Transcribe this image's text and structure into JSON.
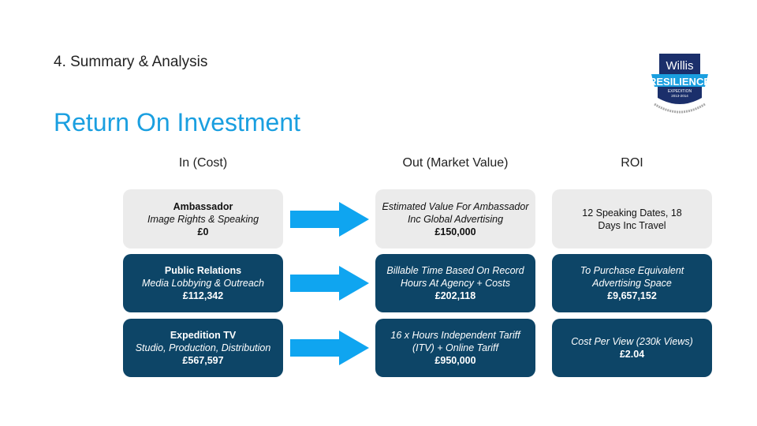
{
  "section": "4. Summary & Analysis",
  "title": "Return On Investment",
  "logo": {
    "line1": "Willis",
    "line2": "RESILIENCE",
    "line3": "EXPEDITION",
    "years": "2013-2014"
  },
  "columns": [
    "In (Cost)",
    "Out (Market Value)",
    "ROI"
  ],
  "colors": {
    "accent": "#1a9fe0",
    "dark_box": "#0d4567",
    "light_box": "#ebebeb"
  },
  "rows": [
    {
      "in": {
        "title": "Ambassador",
        "sub": "Image Rights & Speaking",
        "value": "£0"
      },
      "out": {
        "desc": "Estimated Value For Ambassador Inc Global Advertising",
        "value": "£150,000"
      },
      "roi": {
        "desc": "12 Speaking Dates, 18 Days Inc Travel",
        "value": ""
      }
    },
    {
      "in": {
        "title": "Public Relations",
        "sub": "Media Lobbying & Outreach",
        "value": "£112,342"
      },
      "out": {
        "desc": "Billable Time Based On Record Hours At Agency + Costs",
        "value": "£202,118"
      },
      "roi": {
        "desc": "To Purchase Equivalent Advertising Space",
        "value": "£9,657,152"
      }
    },
    {
      "in": {
        "title": "Expedition TV",
        "sub": "Studio, Production, Distribution",
        "value": "£567,597"
      },
      "out": {
        "desc": "16 x Hours Independent Tariff (ITV) + Online Tariff",
        "value": "£950,000"
      },
      "roi": {
        "desc": "Cost Per View (230k Views)",
        "value": "£2.04"
      }
    }
  ]
}
